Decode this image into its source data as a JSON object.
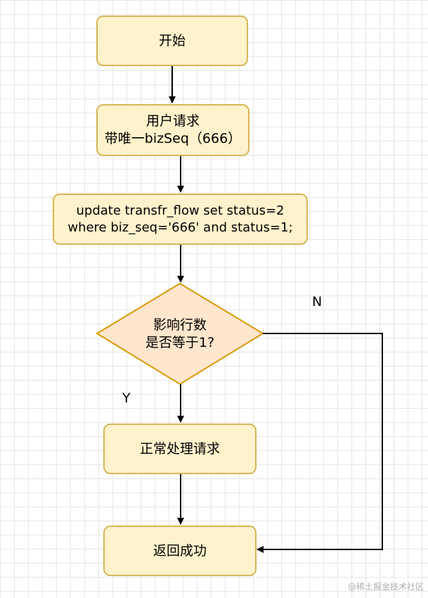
{
  "nodes": {
    "start": {
      "label": "开始"
    },
    "request": {
      "line1": "用户请求",
      "line2": "带唯一bizSeq（666）"
    },
    "update": {
      "line1": "update transfr_flow set status=2",
      "line2": "where biz_seq='666' and status=1;"
    },
    "decision": {
      "line1": "影响行数",
      "line2": "是否等于1?"
    },
    "process": {
      "label": "正常处理请求"
    },
    "success": {
      "label": "返回成功"
    }
  },
  "edges": {
    "yes_label": "Y",
    "no_label": "N"
  },
  "watermark": "@稀土掘金技术社区",
  "colors": {
    "process_fill": "#fff2cc",
    "process_stroke": "#d6b656",
    "decision_fill": "#ffe6cc",
    "decision_stroke": "#d79b00",
    "grid": "#e6e6e6"
  }
}
